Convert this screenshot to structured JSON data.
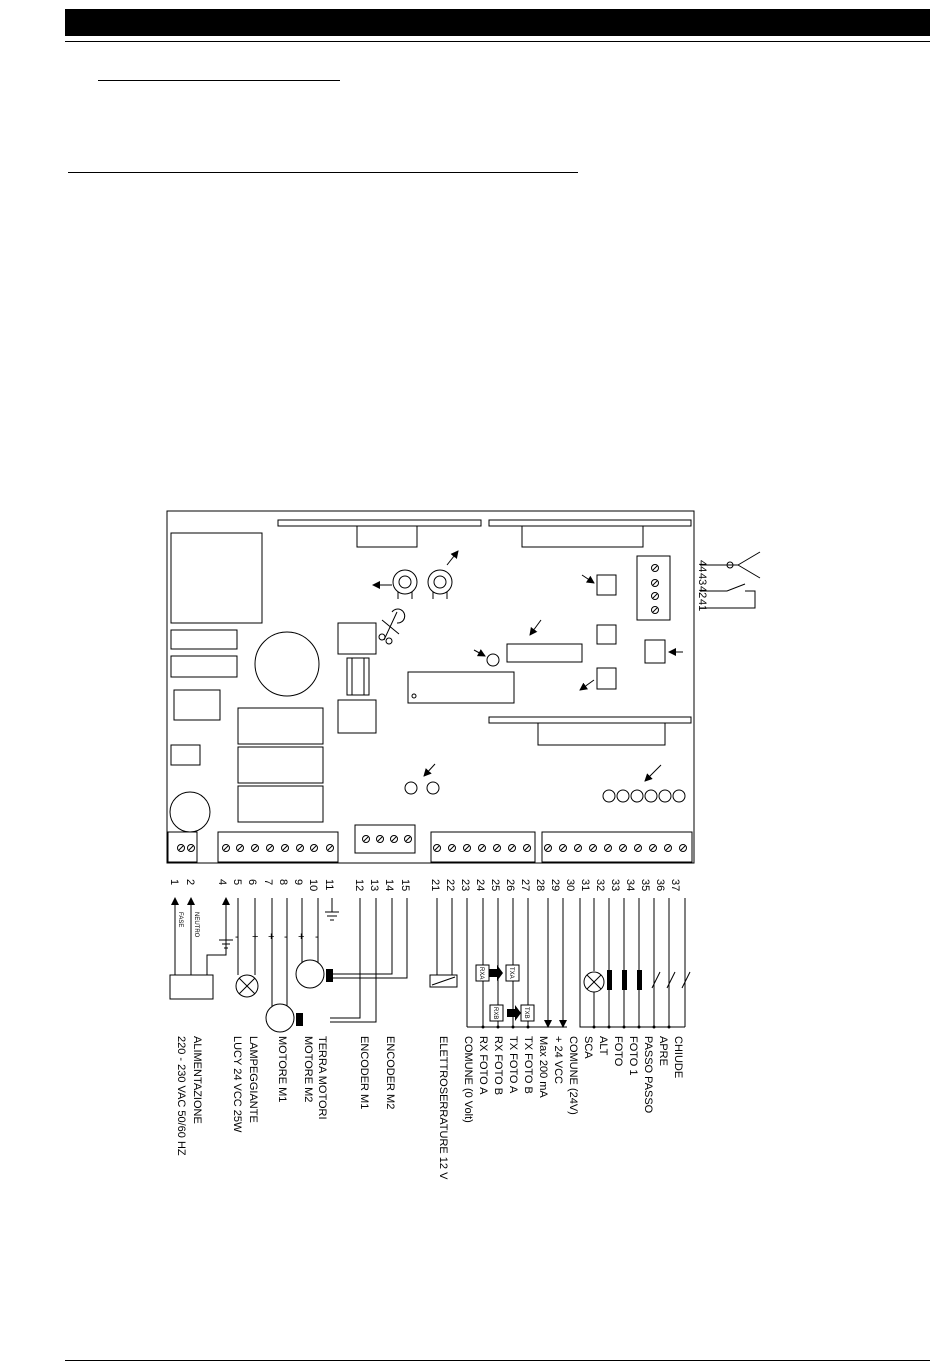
{
  "terminals_left": [
    "1",
    "2",
    "4",
    "5",
    "6",
    "7",
    "8",
    "9",
    "10",
    "11",
    "12",
    "13",
    "14",
    "15"
  ],
  "terminals_right": [
    "21",
    "22",
    "23",
    "24",
    "25",
    "26",
    "27",
    "28",
    "29",
    "30",
    "31",
    "32",
    "33",
    "34",
    "35",
    "36",
    "37"
  ],
  "small_labels": {
    "fase": "FASE",
    "neutro": "NEUTRO"
  },
  "polarity": [
    "-",
    "+",
    "+",
    "-",
    "+",
    "-"
  ],
  "antenna_terminals": [
    "44",
    "43",
    "42",
    "41"
  ],
  "photo_boxes": {
    "rxa": "RXA",
    "txa": "TXA",
    "rxb": "RXB",
    "txb": "TXB"
  },
  "wire_labels": [
    "ALIMENTAZIONE",
    "220 - 230 VAC 50/60 HZ",
    "LAMPEGGIANTE",
    "LUCY 24 VCC 25W",
    "MOTORE M1",
    "MOTORE M2",
    "TERRA MOTORI",
    "ENCODER M1",
    "ENCODER M2",
    "ELETTROSERRATURE 12 V",
    "COMUNE (0 Volt)",
    "RX FOTO A",
    "RX FOTO B",
    "TX FOTO A",
    "TX FOTO B",
    "Max 200 mA",
    "+ 24 VCC",
    "COMUNE (24V)",
    "SCA",
    "ALT",
    "FOTO",
    "FOTO 1",
    "PASSO PASSO",
    "APRE",
    "CHIUDE"
  ]
}
